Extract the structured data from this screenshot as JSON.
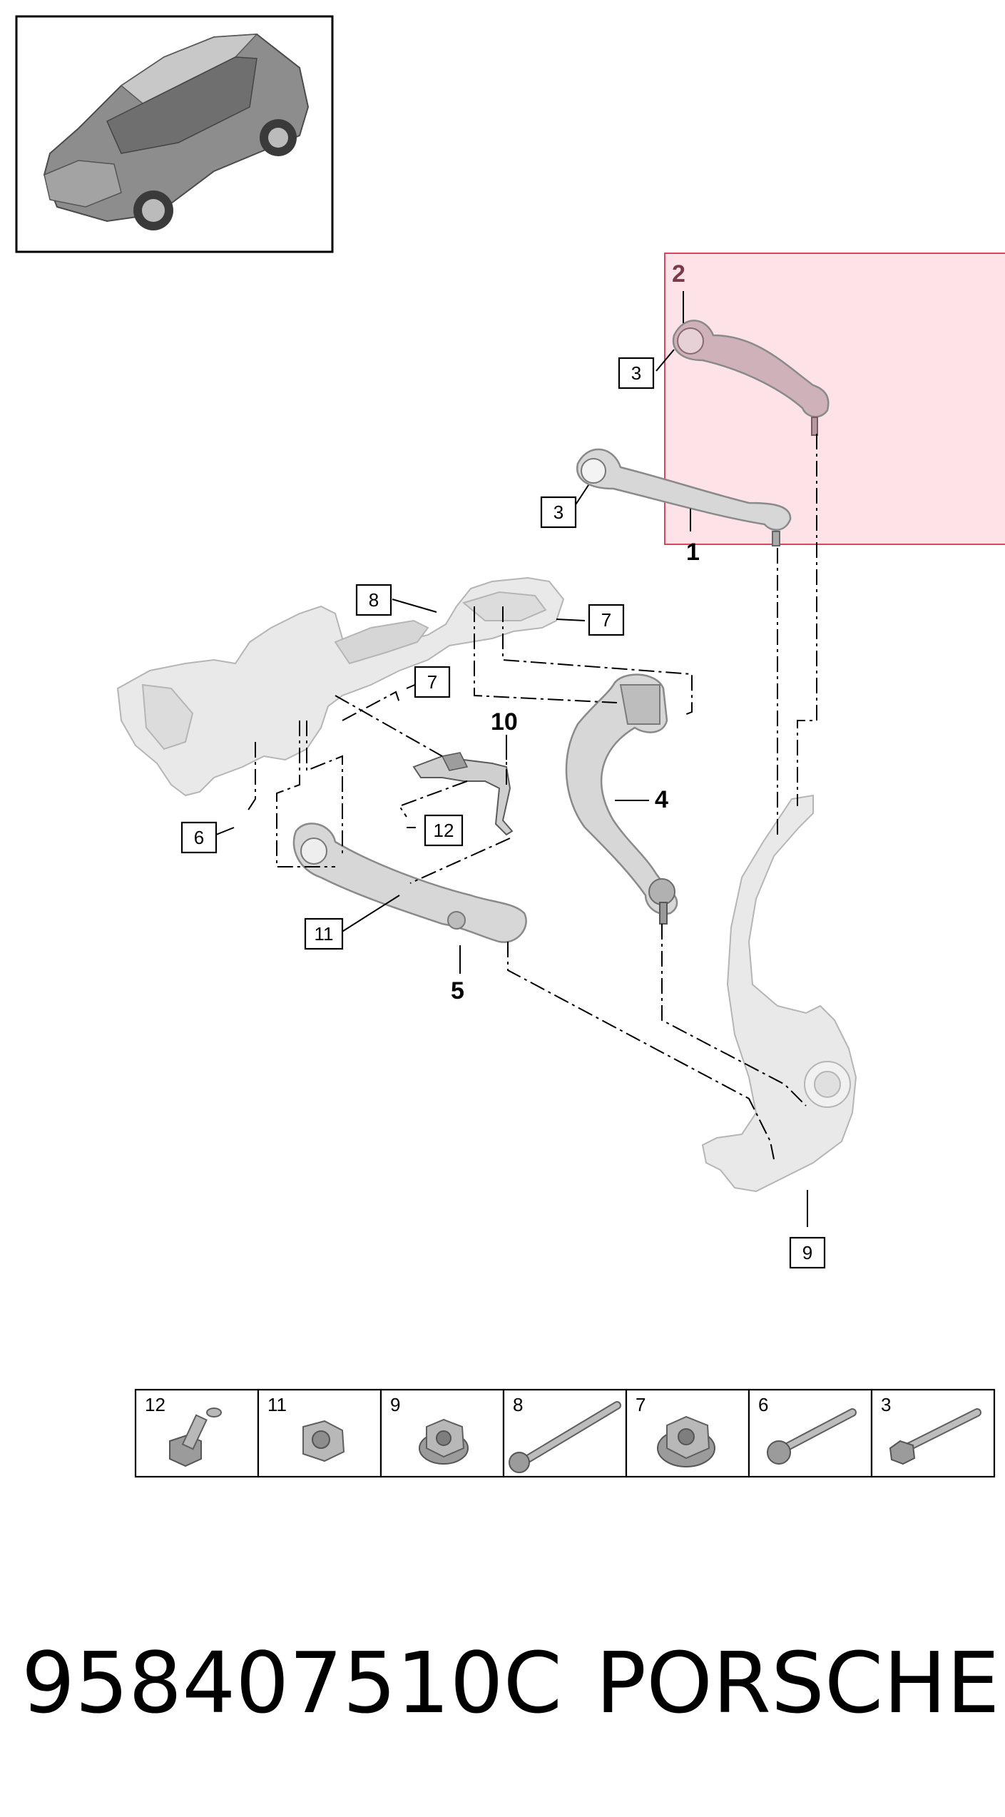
{
  "highlight_color": "#fde3e8",
  "highlight_border": "#d9475f",
  "callouts": {
    "part_2": "2",
    "part_1": "1",
    "part_3_upper": "3",
    "part_3_lower": "3",
    "part_8": "8",
    "part_7_upper": "7",
    "part_7_lower": "7",
    "part_10": "10",
    "part_12": "12",
    "part_4": "4",
    "part_6": "6",
    "part_11": "11",
    "part_5": "5",
    "part_9": "9"
  },
  "hardware": [
    {
      "number": "12",
      "icon": "flange-bolt-short-icon"
    },
    {
      "number": "11",
      "icon": "hex-nut-icon"
    },
    {
      "number": "9",
      "icon": "flange-nut-icon"
    },
    {
      "number": "8",
      "icon": "long-torx-bolt-icon"
    },
    {
      "number": "7",
      "icon": "large-flange-nut-icon"
    },
    {
      "number": "6",
      "icon": "torx-bolt-icon"
    },
    {
      "number": "3",
      "icon": "hex-bolt-icon"
    }
  ],
  "caption": {
    "part_number": "958407510C",
    "brand": "PORSCHE"
  }
}
